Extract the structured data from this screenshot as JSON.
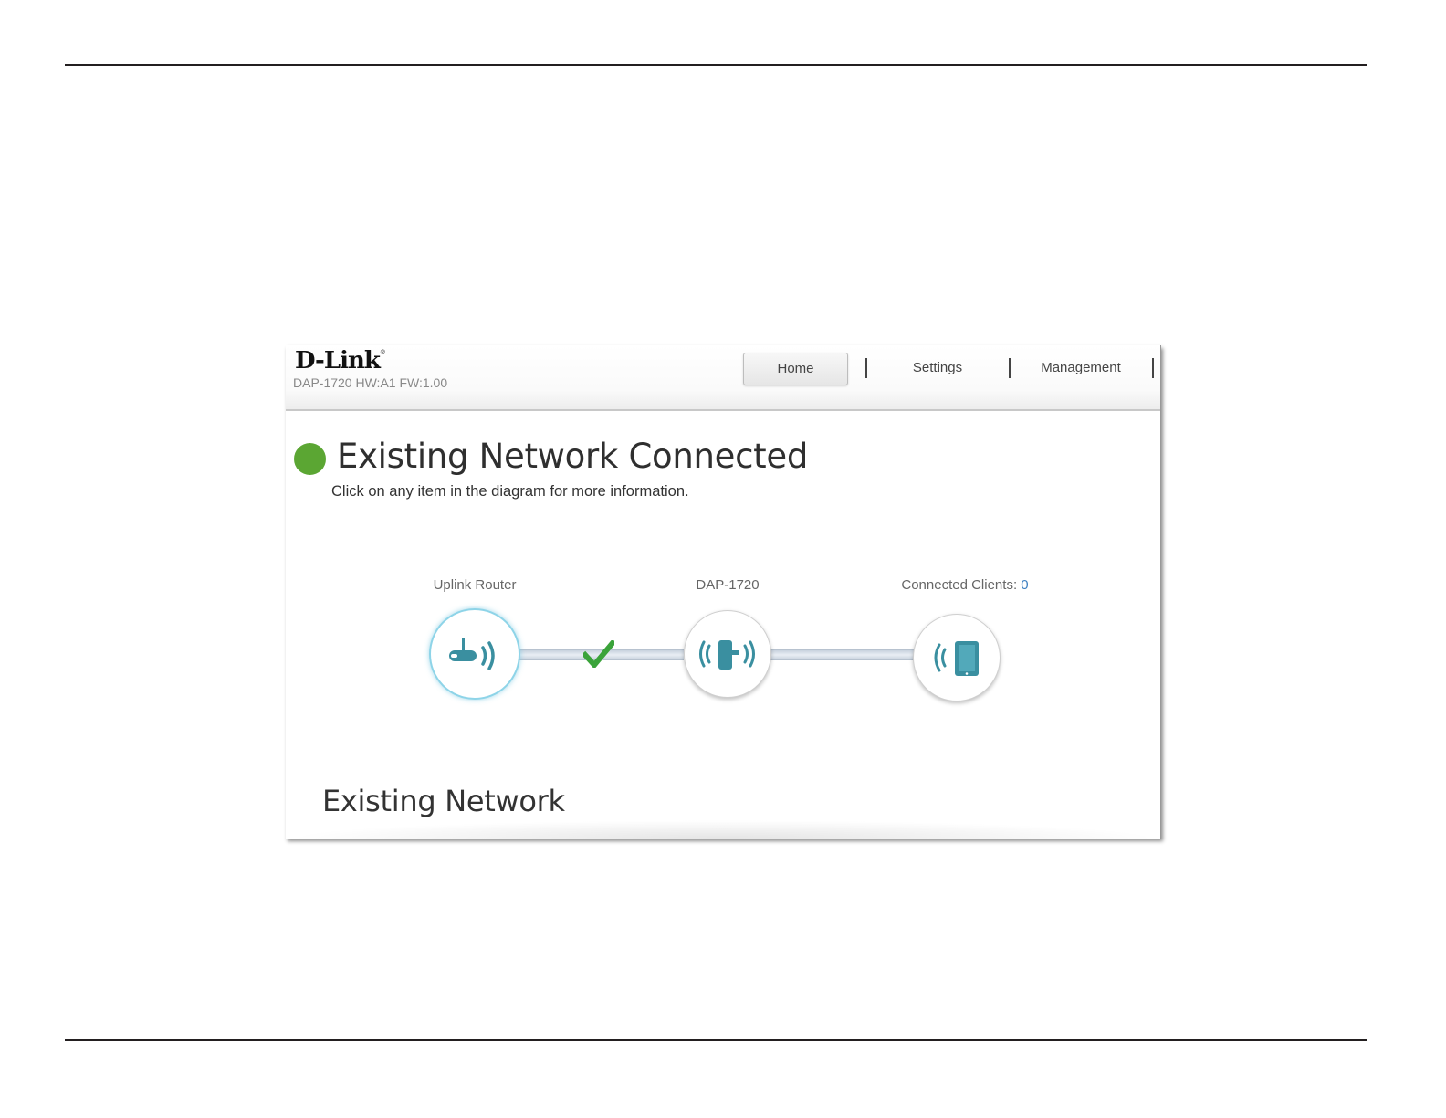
{
  "app": {
    "brand": "D-Link",
    "model_info": "DAP-1720 HW:A1 FW:1.00"
  },
  "nav": {
    "items": [
      {
        "label": "Home",
        "active": true
      },
      {
        "label": "Settings",
        "active": false
      },
      {
        "label": "Management",
        "active": false
      }
    ]
  },
  "status": {
    "title": "Existing Network Connected",
    "subtitle": "Click on any item in the diagram for more information.",
    "color": "#5ba633"
  },
  "diagram": {
    "uplink_label": "Uplink Router",
    "device_label": "DAP-1720",
    "clients_label": "Connected Clients: ",
    "clients_count": "0",
    "icon_color": "#3a8fa0",
    "check_color": "#3aa33a"
  },
  "section": {
    "title": "Existing Network"
  }
}
